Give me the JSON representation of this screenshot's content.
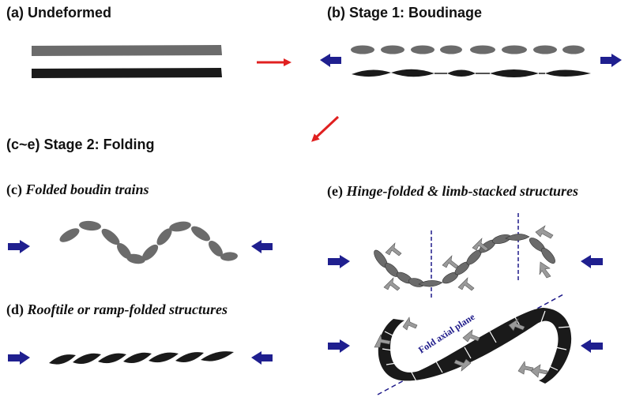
{
  "labels": {
    "a": {
      "prefix": "(a)",
      "text": "Undeformed"
    },
    "b": {
      "prefix": "(b)",
      "text": "Stage 1: Boudinage"
    },
    "ce": {
      "prefix": "(c~e)",
      "text": "Stage 2: Folding"
    },
    "c": {
      "prefix": "(c)",
      "text": "Folded boudin trains"
    },
    "d": {
      "prefix": "(d)",
      "text": "Rooftile or ramp-folded structures"
    },
    "e": {
      "prefix": "(e)",
      "text": "Hinge-folded & limb-stacked structures"
    }
  },
  "annotations": {
    "fold_axial_plane": "Fold axial plane"
  },
  "colors": {
    "gray_layer": "#6b6b6b",
    "black_layer": "#1a1a1a",
    "compression_arrow": "#1f1f8f",
    "stage_arrow": "#e02020",
    "shear_arrow": "#9a9a9a",
    "axial_plane": "#1e1a8a"
  }
}
